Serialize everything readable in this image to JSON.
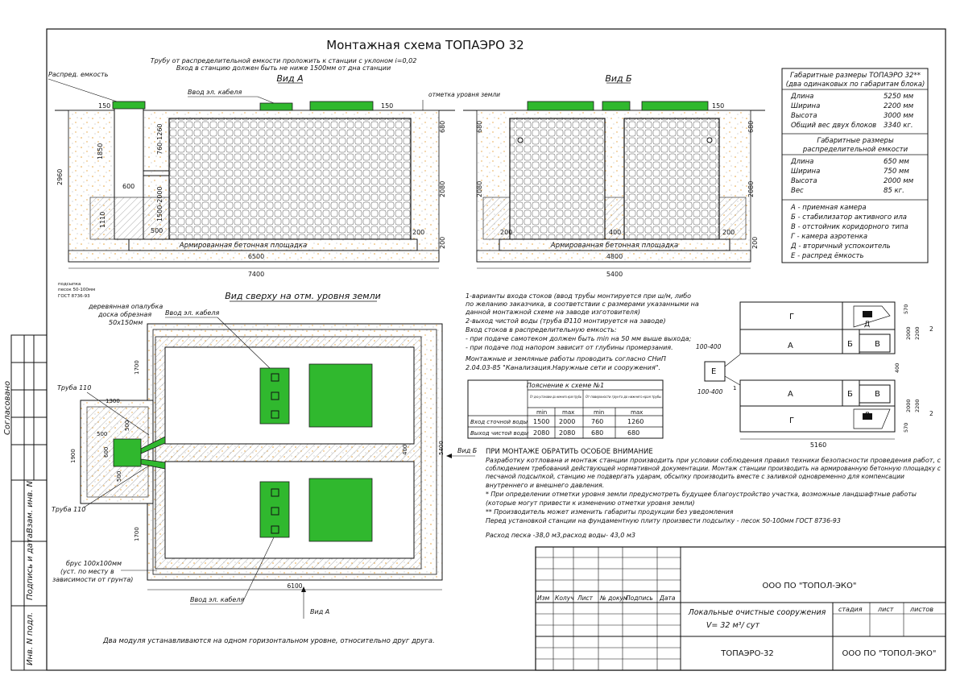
{
  "title": "Монтажная схема ТОПАЭРО 32",
  "notes_top": {
    "pipe_slope": "Трубу от распределительной емкости проложить к станции с уклоном i=0,02",
    "inlet_depth": "Вход в станцию должен быть не ниже 1500мм от дна станции"
  },
  "view_a": {
    "title": "Вид А",
    "distrib_tank": "Распред. емкость",
    "cable_inlet": "Ввод эл. кабеля",
    "ground_mark": "отметка уровня земли",
    "slab": "Армированная бетонная площадка",
    "sand_note": [
      "подсыпка",
      "песок 50-100мм",
      "ГОСТ 8736-93"
    ],
    "dims": {
      "d150a": "150",
      "d150b": "150",
      "d760": "760-1260",
      "d1850": "1850",
      "d600": "600",
      "d1500": "1500-2000",
      "d1110": "1110",
      "d500": "500",
      "d2960": "2960",
      "d680": "680",
      "d2080": "2080",
      "d200a": "200",
      "d200b": "200",
      "d6500": "6500",
      "d7400": "7400"
    }
  },
  "view_b": {
    "title": "Вид Б",
    "slab": "Армированная бетонная площадка",
    "dims": {
      "d150": "150",
      "d680l": "680",
      "d680r": "680",
      "d2080l": "2080",
      "d2080r": "2080",
      "d200l": "200",
      "d200r": "200",
      "d200b": "200",
      "d400": "400",
      "d4800": "4800",
      "d5400": "5400"
    }
  },
  "dimensions_table": {
    "header1": "Габаритные размеры ТОПАЭРО 32**",
    "header2": "(два одинаковых по габаритам блока)",
    "rows1": [
      {
        "label": "Длина",
        "value": "5250 мм"
      },
      {
        "label": "Ширина",
        "value": "2200 мм"
      },
      {
        "label": "Высота",
        "value": "3000 мм"
      },
      {
        "label": "Общий вес двух блоков",
        "value": "3340 кг."
      }
    ],
    "header3": "Габаритные размеры",
    "header4": "распределительной емкости",
    "rows2": [
      {
        "label": "Длина",
        "value": "650 мм"
      },
      {
        "label": "Ширина",
        "value": "750 мм"
      },
      {
        "label": "Высота",
        "value": "2000 мм"
      },
      {
        "label": "Вес",
        "value": "85 кг."
      }
    ],
    "legend": [
      "А - приемная камера",
      "Б - стабилизатор активного ила",
      "В - отстойник коридорного типа",
      "Г - камера аэротенка",
      "Д - вторичный успокоитель",
      "Е - распред ёмкость"
    ]
  },
  "top_view": {
    "title": "Вид сверху на отм. уровня земли",
    "formwork": [
      "деревянная опалубка",
      "доска обрезная",
      "50х150мм"
    ],
    "cable_top": "Ввод эл. кабеля",
    "cable_bottom": "Ввод эл. кабеля",
    "pipe1": "Труба 110",
    "pipe2": "Труба 110",
    "beam": [
      "брус 100х100мм",
      "(уст. по месту в",
      "зависимости от грунта)"
    ],
    "view_b_arrow": "Вид Б",
    "view_a_arrow": "Вид А",
    "bottom_note": "Два модуля устанавливаются на одном горизонтальном уровне, относительно друг друга.",
    "dims": {
      "d1700a": "1700",
      "d1300": "1300",
      "d500a": "500",
      "d500b": "500",
      "d1900": "1900",
      "d600": "600",
      "d500c": "500",
      "d400": "400",
      "d1700b": "1700",
      "d5400": "5400",
      "d6100": "6100"
    }
  },
  "notes": [
    "1-варианты входа  стоков (ввод трубы монтируется при ш/м, либо",
    "по желанию заказчика, в соответствии с размерами указанными на",
    "данной монтажной схеме на заводе изготовителя)",
    " 2-выход чистой воды (труба Ø110 монтируется на заводе)",
    " Вход стоков в распределительную емкость:",
    "- при подаче самотеком должен быть min на 50 мм выше выхода;",
    "- при подаче под напором зависит от глубины промерзания.",
    "",
    "Монтажные и земляные работы проводить согласно СНиП",
    "2.04.03-85 \"Канализация.Наружные сети и сооружения\"."
  ],
  "explanation_table": {
    "title": "Пояснение к схеме №1",
    "col1": "От дна установки до нижнего края трубы",
    "col2": "От поверхности грунта до нижнего края трубы",
    "min": "min",
    "max": "max",
    "rows": [
      {
        "label": "Вход сточной воды",
        "v": [
          "1500",
          "2000",
          "760",
          "1260"
        ]
      },
      {
        "label": "Выход чистой воды",
        "v": [
          "2080",
          "2080",
          "680",
          "680"
        ]
      }
    ]
  },
  "plan": {
    "labels": {
      "g1": "Г",
      "a1": "А",
      "b1": "Б",
      "v1": "В",
      "d1": "Д",
      "a2": "А",
      "b2": "Б",
      "v2": "В",
      "g2": "Г",
      "d2": "Д",
      "e": "Е"
    },
    "dims": {
      "d100a": "100-400",
      "d100b": "100-400",
      "d1": "1",
      "d2a": "2",
      "d2b": "2",
      "d570a": "570",
      "d2000a": "2000",
      "d2200a": "2200",
      "d400": "400",
      "d2000b": "2000",
      "d2200b": "2200",
      "d570b": "570",
      "d5160": "5160"
    }
  },
  "attention": {
    "heading": "ПРИ МОНТАЖЕ ОБРАТИТЬ ОСОБОЕ ВНИМАНИЕ",
    "lines": [
      "        Разработку котлована и монтаж станции производить при условии соблюдения правил техники безопасности проведения работ, с",
      "соблюдением требований действующей нормативной документации. Монтаж станции производить на армированную бетонную площадку с",
      "песчаной подсыпкой, станцию не подвергать ударам, обсыпку производить вместе с заливкой одновременно для компенсации",
      "внутреннего и внешнего давления.",
      "      * При определении отметки уровня земли предусмотреть будущее благоустройство участка, возможные ландшафтные работы",
      "(которые могут привести к изменению отметки уровня земли)",
      "     ** Производитель может изменить габариты продукции без уведомления",
      "Перед установкой станции на фундаментную плиту произвести подсыпку - песок 50-100мм ГОСТ  8736-93"
    ],
    "consumption": "Расход песка -38,0 м3,расход воды- 43,0 м3"
  },
  "stamp": {
    "cols": [
      "Изм",
      "Колуч",
      "Лист",
      "№ докум",
      "Подпись",
      "Дата"
    ],
    "company": "ООО ПО \"ТОПОЛ-ЭКО\"",
    "product_line1": "Локальные очистные сооружения",
    "product_line2": "V= 32 м³/ сут",
    "stage": "стадия",
    "sheet": "лист",
    "sheets": "листов",
    "code": "ТОПАЭРО-32",
    "company2": "ООО ПО \"ТОПОЛ-ЭКО\""
  },
  "side_stamp": {
    "agreed": "Согласовано",
    "vzam": "Взам. инв. N",
    "sign": "Подпись и дата",
    "inv": "Инв. N подл."
  }
}
